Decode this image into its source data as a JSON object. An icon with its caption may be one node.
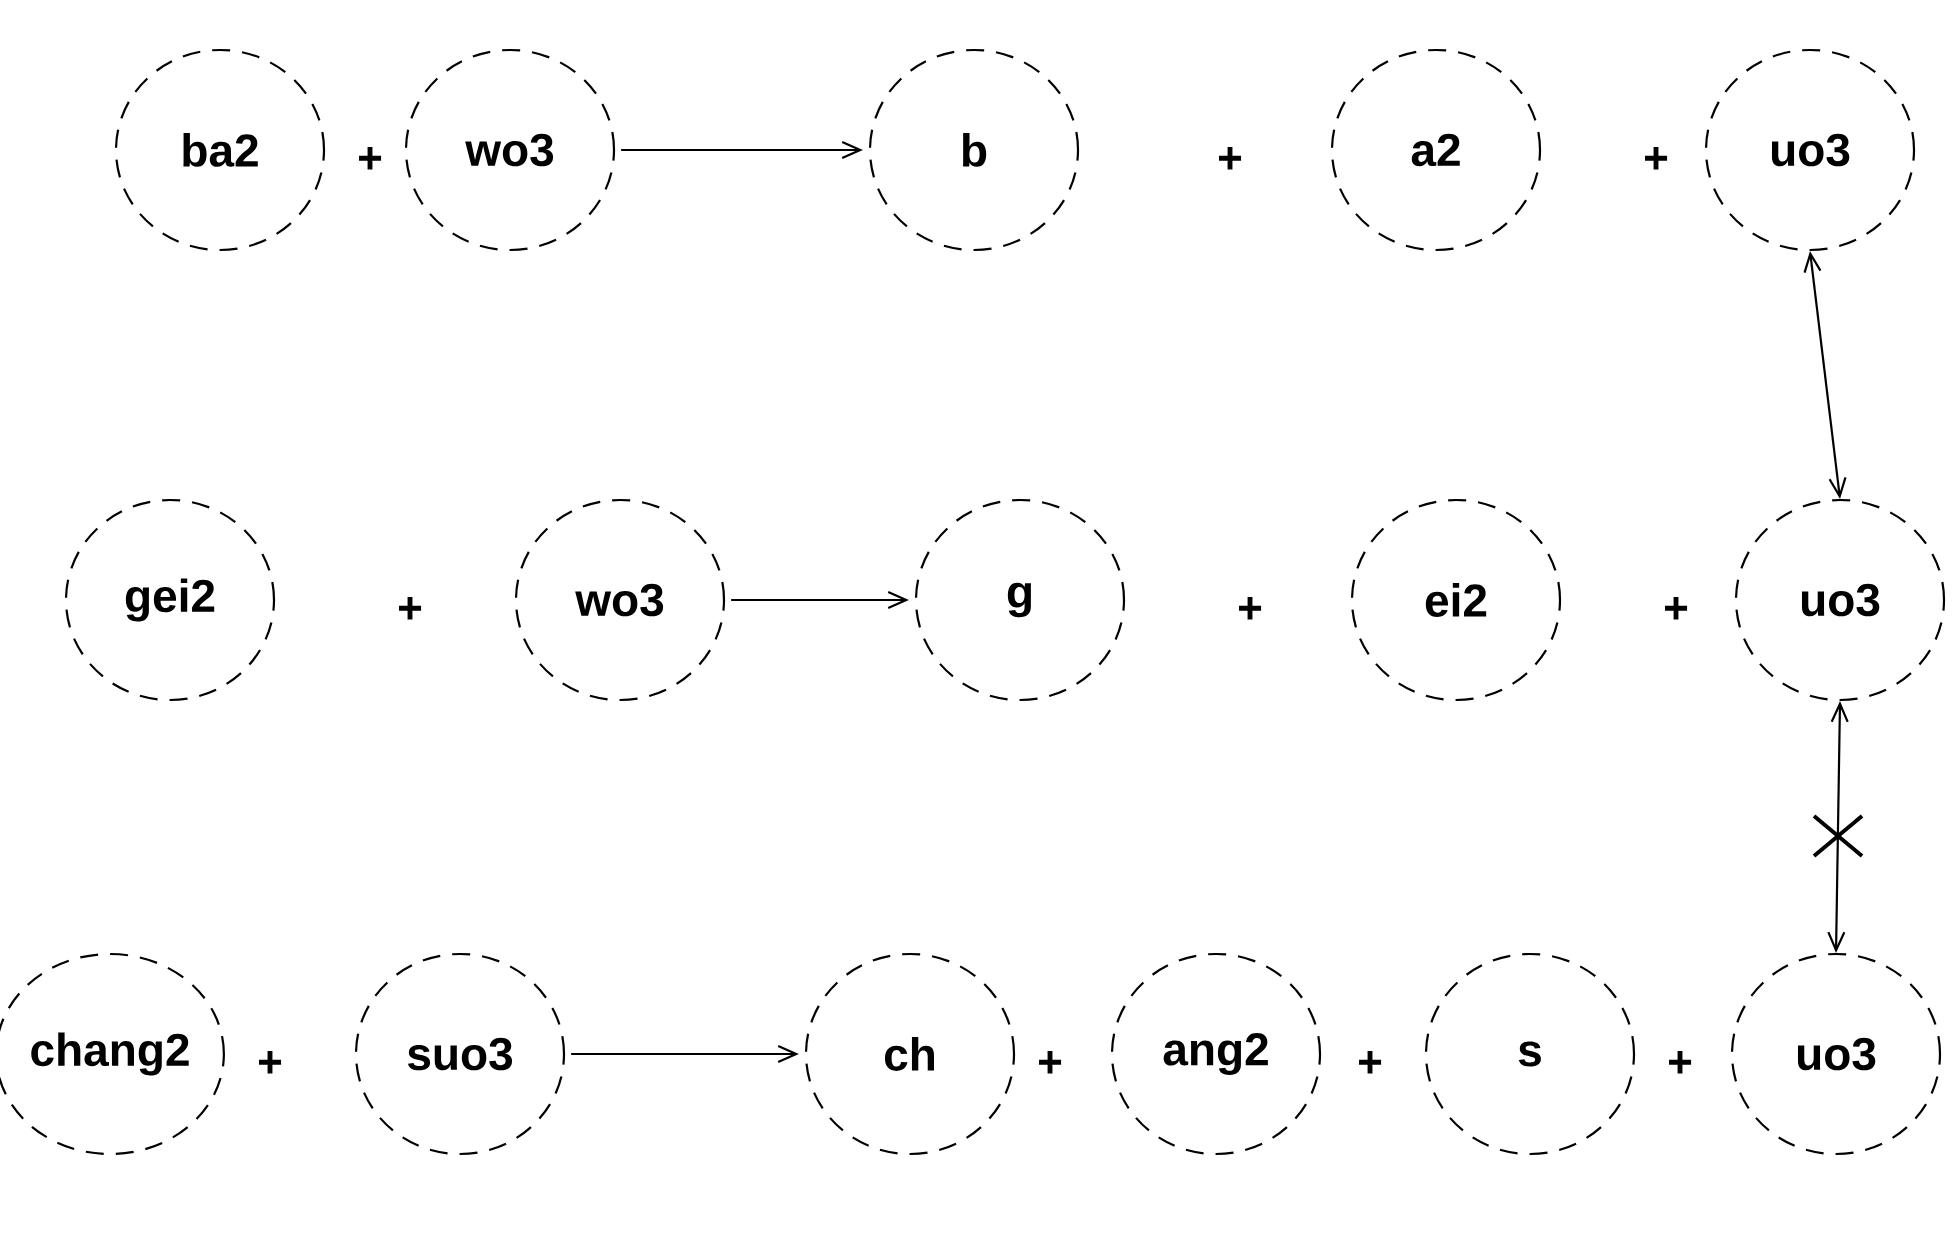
{
  "diagram": {
    "nodes": [
      {
        "text": [
          "ba2"
        ]
      },
      {
        "text": [
          "wo3"
        ]
      },
      {
        "text": [
          "b"
        ]
      },
      {
        "text": [
          "a2"
        ]
      },
      {
        "text": [
          "uo3"
        ]
      },
      {
        "text": [
          "gei2"
        ]
      },
      {
        "text": [
          "wo3"
        ]
      },
      {
        "text": [
          "g"
        ]
      },
      {
        "text": [
          "ei2"
        ]
      },
      {
        "text": [
          "uo3"
        ]
      },
      {
        "text": [
          "chang2"
        ]
      },
      {
        "text": [
          "suo3"
        ]
      },
      {
        "text": [
          "ch"
        ]
      },
      {
        "text": [
          "ang2"
        ]
      },
      {
        "text": [
          "s"
        ]
      },
      {
        "text": [
          "uo3"
        ]
      }
    ],
    "edges": [
      {
        "from": 1,
        "to": 2,
        "arrow": "to"
      },
      {
        "from": 4,
        "to": 9,
        "arrow": "both"
      },
      {
        "from": 6,
        "to": 7,
        "arrow": "to"
      },
      {
        "from": 9,
        "to": 15,
        "arrow": "both"
      },
      {
        "from": 11,
        "to": 12,
        "arrow": "to"
      }
    ],
    "labels": [
      "+",
      "+",
      "+",
      "+",
      "+",
      "+",
      "+",
      "+",
      "+",
      "+"
    ]
  }
}
